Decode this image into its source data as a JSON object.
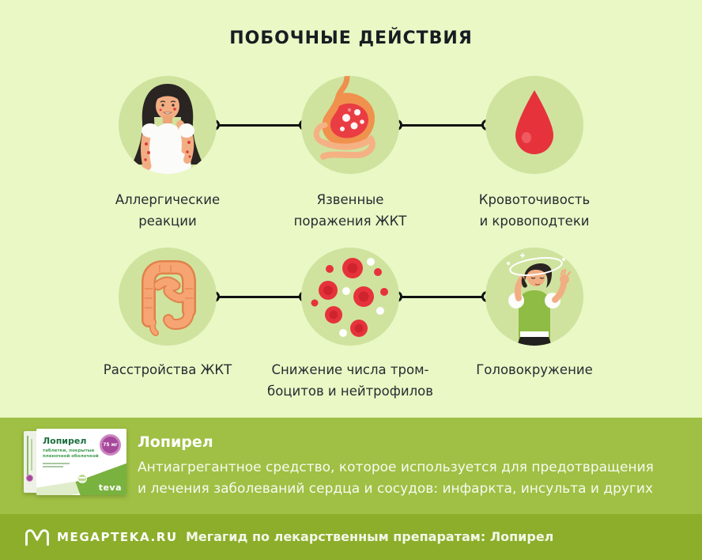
{
  "title": "ПОБОЧНЫЕ ДЕЙСТВИЯ",
  "effects": [
    {
      "label": "Аллергические\nреакции",
      "icon": "allergic-reaction-icon"
    },
    {
      "label": "Язвенные\nпоражения ЖКТ",
      "icon": "stomach-icon"
    },
    {
      "label": "Кровоточивость\nи кровоподтеки",
      "icon": "blood-drop-icon"
    },
    {
      "label": "Расстройства ЖКТ",
      "icon": "intestines-icon"
    },
    {
      "label": "Снижение числа тром-\nбоцитов и нейтрофилов",
      "icon": "blood-cells-icon"
    },
    {
      "label": "Головокружение",
      "icon": "dizziness-icon"
    }
  ],
  "drug_card": {
    "name": "Лопирел",
    "description": "Антиагрегантное средство, которое используется для предотвращения\nи лечения заболеваний сердца и сосудов: инфаркта, инсульта и других",
    "package": {
      "name": "Лопирел",
      "form": "таблетки, покрытые\nпленочной оболочкой",
      "dose": "75 мг",
      "brand": "teva"
    }
  },
  "footer": {
    "brand": "MEGAPTEKA.RU",
    "text": "Мегагид по лекарственным препаратам: Лопирел"
  },
  "colors": {
    "background": "#e9f8c5",
    "icon_circle": "#cfe39e",
    "drug_section": "#9fc044",
    "footer": "#8cae2b",
    "text_dark": "#262c31",
    "accent_red": "#e6333b",
    "accent_orange": "#f0914d",
    "teva_green": "#79b23f",
    "dose_purple": "#a6489c"
  }
}
